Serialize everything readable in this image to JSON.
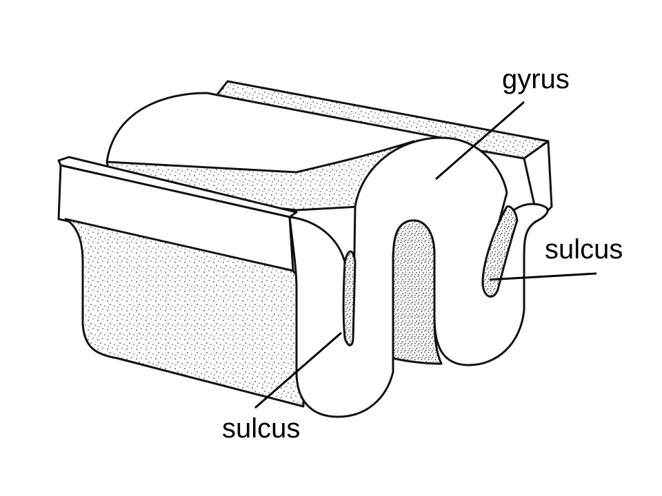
{
  "labels": {
    "gyrus": "gyrus",
    "sulcus_right": "sulcus",
    "sulcus_bottom": "sulcus"
  },
  "colors": {
    "ink": "#111111",
    "background": "#ffffff"
  }
}
